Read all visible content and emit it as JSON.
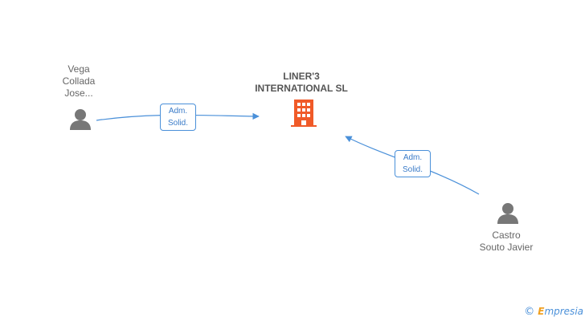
{
  "company": {
    "name_line1": "LINER'3",
    "name_line2": "INTERNATIONAL SL"
  },
  "persons": [
    {
      "line1": "Vega",
      "line2": "Collada",
      "line3": "Jose..."
    },
    {
      "line1": "Castro",
      "line2": "Souto Javier"
    }
  ],
  "edges": [
    {
      "line1": "Adm.",
      "line2": "Solid."
    },
    {
      "line1": "Adm.",
      "line2": "Solid."
    }
  ],
  "watermark": {
    "copyright_symbol": "©",
    "brand_first": "E",
    "brand_rest": "mpresia"
  },
  "colors": {
    "edge": "#4a90d9",
    "company_icon": "#f05a28",
    "person_icon": "#777777"
  }
}
